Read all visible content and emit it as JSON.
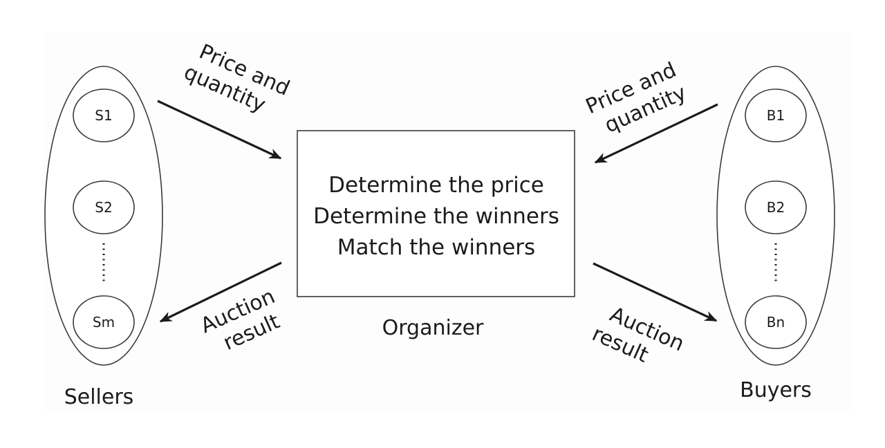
{
  "sellers": {
    "label": "Sellers",
    "nodes": [
      "S1",
      "S2",
      "Sm"
    ]
  },
  "buyers": {
    "label": "Buyers",
    "nodes": [
      "B1",
      "B2",
      "Bn"
    ]
  },
  "organizer": {
    "label": "Organizer",
    "lines": [
      "Determine the price",
      "Determine the winners",
      "Match the winners"
    ]
  },
  "edges": {
    "seller_to_organizer": [
      "Price and",
      "quantity"
    ],
    "buyer_to_organizer": [
      "Price and",
      "quantity"
    ],
    "organizer_to_seller": [
      "Auction",
      "result"
    ],
    "organizer_to_buyer": [
      "Auction",
      "result"
    ]
  },
  "colors": {
    "stroke": "#1b1b1b",
    "background": "#ffffff"
  }
}
